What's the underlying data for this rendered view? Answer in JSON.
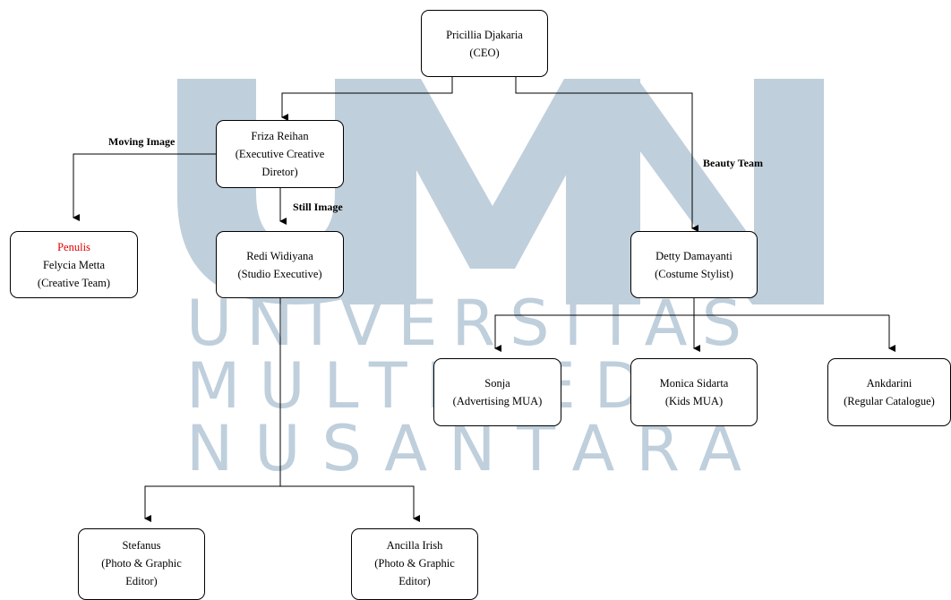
{
  "watermark": {
    "logo_text": "UMN",
    "lines": [
      "UNIVERSITAS",
      "MULTIMEDIA",
      "NUSANTARA"
    ]
  },
  "colors": {
    "line": "#000000",
    "box_border": "#000000",
    "watermark": "#bfcfdc",
    "role_tag": "#e00000"
  },
  "nodes": {
    "ceo": {
      "name": "Pricillia Djakaria",
      "role": "(CEO)"
    },
    "friza": {
      "name": "Friza Reihan",
      "role_line1": "(Executive Creative",
      "role_line2": "Diretor)"
    },
    "felycia": {
      "tag": "Penulis",
      "name": "Felycia Metta",
      "role": "(Creative Team)"
    },
    "redi": {
      "name": "Redi Widiyana",
      "role": "(Studio Executive)"
    },
    "detty": {
      "name": "Detty Damayanti",
      "role": "(Costume Stylist)"
    },
    "sonja": {
      "name": "Sonja",
      "role": "(Advertising MUA)"
    },
    "monica": {
      "name": "Monica Sidarta",
      "role": "(Kids MUA)"
    },
    "ankdarini": {
      "name": "Ankdarini",
      "role": "(Regular Catalogue)"
    },
    "stefanus": {
      "name": "Stefanus",
      "role_line1": "(Photo & Graphic",
      "role_line2": "Editor)"
    },
    "ancilla": {
      "name": "Ancilla Irish",
      "role_line1": "(Photo & Graphic",
      "role_line2": "Editor)"
    }
  },
  "edge_labels": {
    "moving_image": "Moving Image",
    "still_image": "Still Image",
    "beauty_team": "Beauty Team"
  }
}
